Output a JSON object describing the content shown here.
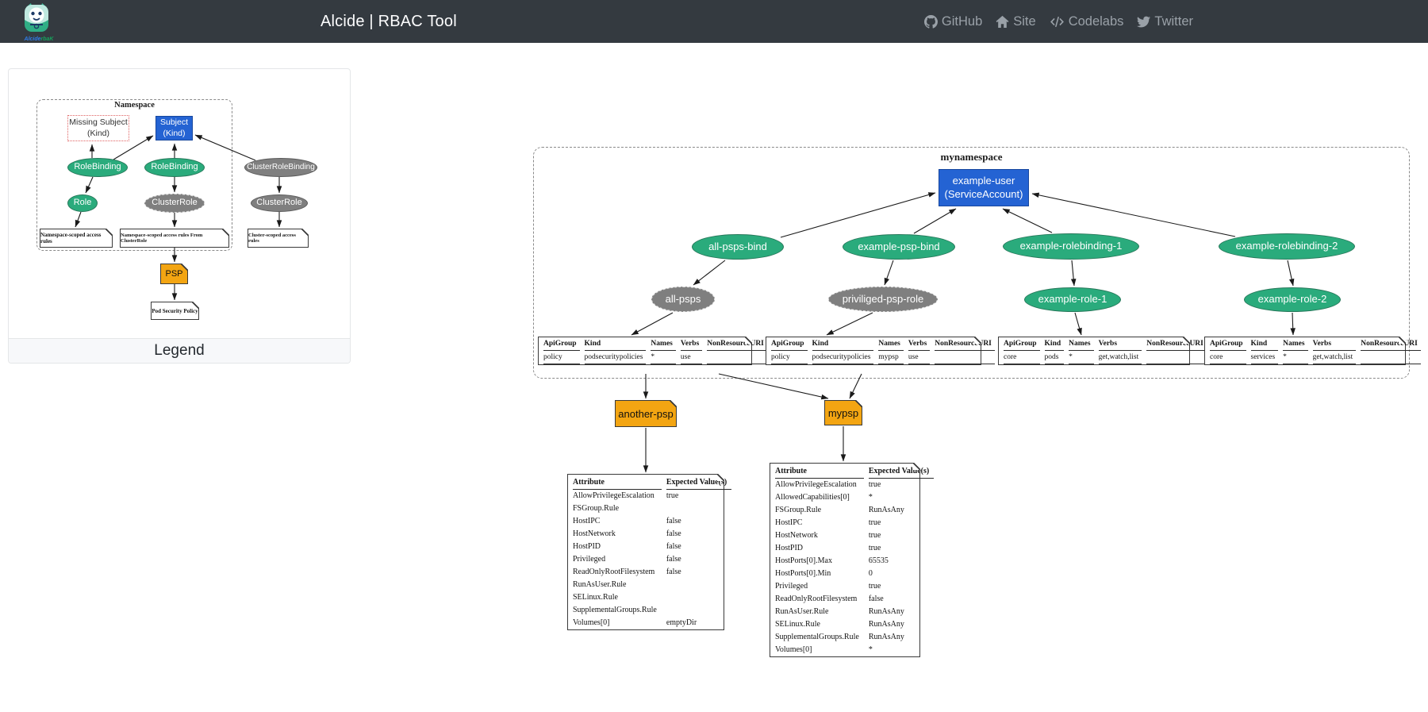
{
  "header": {
    "title": "Alcide | RBAC Tool",
    "brand": {
      "name": "Alcide",
      "suffix": "rbaK"
    },
    "nav": [
      {
        "label": "GitHub",
        "icon": "github-icon"
      },
      {
        "label": "Site",
        "icon": "home-icon"
      },
      {
        "label": "Codelabs",
        "icon": "code-icon"
      },
      {
        "label": "Twitter",
        "icon": "twitter-icon"
      }
    ]
  },
  "colors": {
    "green": "#2aab7c",
    "gray": "#7f7f7f",
    "blue": "#2463d3",
    "orange": "#f3a512",
    "header_bg": "#343a40"
  },
  "legend": {
    "caption": "Legend",
    "cluster_label": "Namespace",
    "missing_subject": "Missing Subject\n(Kind)",
    "subject": "Subject\n(Kind)",
    "rolebinding_1": "RoleBinding",
    "rolebinding_2": "RoleBinding",
    "clusterrolebinding": "ClusterRoleBinding",
    "role": "Role",
    "clusterrole_in_ns": "ClusterRole",
    "clusterrole_out": "ClusterRole",
    "note_ns_rules": "Namespace-scoped access rules",
    "note_ns_rules_from_clusterrole": "Namespace-scoped access rules From ClusterRole",
    "note_cluster_rules": "Cluster-scoped access rules",
    "psp": "PSP",
    "note_psp": "Pod Security Policy"
  },
  "diagram": {
    "cluster_label": "mynamespace",
    "subject": "example-user\n(ServiceAccount)",
    "bindings": {
      "all_psps_bind": "all-psps-bind",
      "example_psp_bind": "example-psp-bind",
      "rolebinding_1": "example-rolebinding-1",
      "rolebinding_2": "example-rolebinding-2"
    },
    "roles": {
      "all_psps": "all-psps",
      "priviliged_psp_role": "priviliged-psp-role",
      "example_role_1": "example-role-1",
      "example_role_2": "example-role-2"
    },
    "rule_tables": [
      {
        "headers": [
          "ApiGroup",
          "Kind",
          "Names",
          "Verbs",
          "NonResourceURI"
        ],
        "rows": [
          [
            "policy",
            "podsecuritypolicies",
            "*",
            "use",
            ""
          ]
        ]
      },
      {
        "headers": [
          "ApiGroup",
          "Kind",
          "Names",
          "Verbs",
          "NonResourceURI"
        ],
        "rows": [
          [
            "policy",
            "podsecuritypolicies",
            "mypsp",
            "use",
            ""
          ]
        ]
      },
      {
        "headers": [
          "ApiGroup",
          "Kind",
          "Names",
          "Verbs",
          "NonResourceURI"
        ],
        "rows": [
          [
            "core",
            "pods",
            "*",
            "get,watch,list",
            ""
          ]
        ]
      },
      {
        "headers": [
          "ApiGroup",
          "Kind",
          "Names",
          "Verbs",
          "NonResourceURI"
        ],
        "rows": [
          [
            "core",
            "services",
            "*",
            "get,watch,list",
            ""
          ]
        ]
      }
    ],
    "psps": {
      "another_psp": "another-psp",
      "mypsp": "mypsp"
    },
    "attr_tables": [
      {
        "headers": [
          "Attribute",
          "Expected Value(s)"
        ],
        "rows": [
          [
            "AllowPrivilegeEscalation",
            "true"
          ],
          [
            "FSGroup.Rule",
            ""
          ],
          [
            "HostIPC",
            "false"
          ],
          [
            "HostNetwork",
            "false"
          ],
          [
            "HostPID",
            "false"
          ],
          [
            "Privileged",
            "false"
          ],
          [
            "ReadOnlyRootFilesystem",
            "false"
          ],
          [
            "RunAsUser.Rule",
            ""
          ],
          [
            "SELinux.Rule",
            ""
          ],
          [
            "SupplementalGroups.Rule",
            ""
          ],
          [
            "Volumes[0]",
            "emptyDir"
          ]
        ]
      },
      {
        "headers": [
          "Attribute",
          "Expected Value(s)"
        ],
        "rows": [
          [
            "AllowPrivilegeEscalation",
            "true"
          ],
          [
            "AllowedCapabilities[0]",
            "*"
          ],
          [
            "FSGroup.Rule",
            "RunAsAny"
          ],
          [
            "HostIPC",
            "true"
          ],
          [
            "HostNetwork",
            "true"
          ],
          [
            "HostPID",
            "true"
          ],
          [
            "HostPorts[0].Max",
            "65535"
          ],
          [
            "HostPorts[0].Min",
            "0"
          ],
          [
            "Privileged",
            "true"
          ],
          [
            "ReadOnlyRootFilesystem",
            "false"
          ],
          [
            "RunAsUser.Rule",
            "RunAsAny"
          ],
          [
            "SELinux.Rule",
            "RunAsAny"
          ],
          [
            "SupplementalGroups.Rule",
            "RunAsAny"
          ],
          [
            "Volumes[0]",
            "*"
          ]
        ]
      }
    ]
  }
}
